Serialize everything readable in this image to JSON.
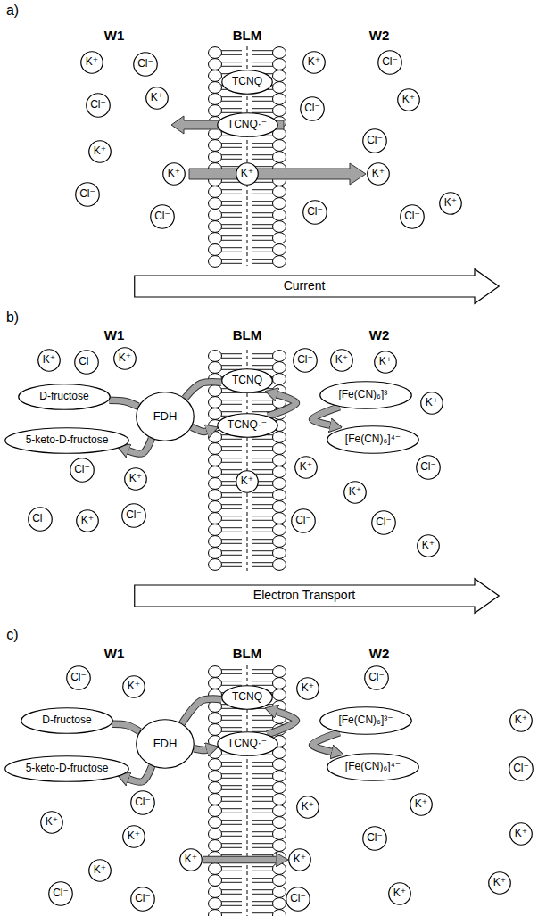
{
  "diagram": {
    "nodes": [
      {
        "text": [
          "K⁺"
        ]
      },
      {
        "text": [
          "Cl⁻"
        ]
      },
      {
        "text": [
          "TCNQ"
        ]
      },
      {
        "text": [
          "K⁺"
        ]
      },
      {
        "text": [
          "Cl⁻"
        ]
      },
      {
        "text": [
          "Cl⁻"
        ]
      },
      {
        "text": [
          "K⁺"
        ]
      },
      {
        "text": [
          "TCNQ·⁻"
        ]
      },
      {
        "text": [
          "Cl⁻"
        ]
      },
      {
        "text": [
          "K⁺"
        ]
      },
      {
        "text": [
          "K⁺"
        ]
      },
      {
        "text": [
          "Cl⁻"
        ]
      },
      {
        "text": [
          "K⁺"
        ]
      },
      {
        "text": [
          "K⁺"
        ]
      },
      {
        "text": [
          "K⁺"
        ]
      },
      {
        "text": [
          "Cl⁻"
        ]
      },
      {
        "text": [
          "Cl⁻"
        ]
      },
      {
        "text": [
          "K⁺"
        ]
      },
      {
        "text": [
          "Cl⁻"
        ]
      },
      {
        "text": [
          "Cl⁻"
        ]
      },
      {
        "text": [
          "Current"
        ]
      },
      {
        "text": [
          "K⁺"
        ]
      },
      {
        "text": [
          "Cl⁻"
        ]
      },
      {
        "text": [
          "K⁺"
        ]
      },
      {
        "text": [
          "TCNQ"
        ]
      },
      {
        "text": [
          "Cl⁻"
        ]
      },
      {
        "text": [
          "K⁺"
        ]
      },
      {
        "text": [
          "K⁺"
        ]
      },
      {
        "text": [
          "D-fructose"
        ]
      },
      {
        "text": [
          "FDH"
        ]
      },
      {
        "text": [
          "[Fe(CN)₆]³⁻"
        ]
      },
      {
        "text": [
          "K⁺"
        ]
      },
      {
        "text": [
          "TCNQ·⁻"
        ]
      },
      {
        "text": [
          "5-keto-D-fructose"
        ]
      },
      {
        "text": [
          "[Fe(CN)₆]⁴⁻"
        ]
      },
      {
        "text": [
          "Cl⁻"
        ]
      },
      {
        "text": [
          "K⁺"
        ]
      },
      {
        "text": [
          "K⁺"
        ]
      },
      {
        "text": [
          "K⁺"
        ]
      },
      {
        "text": [
          "Cl⁻"
        ]
      },
      {
        "text": [
          "Cl⁻"
        ]
      },
      {
        "text": [
          "K⁺"
        ]
      },
      {
        "text": [
          "Cl⁻"
        ]
      },
      {
        "text": [
          "Cl⁻"
        ]
      },
      {
        "text": [
          "K⁺"
        ]
      },
      {
        "text": [
          "Cl⁻"
        ]
      },
      {
        "text": [
          "K⁺"
        ]
      },
      {
        "text": [
          "Electron Transport"
        ]
      },
      {
        "text": [
          "Cl⁻"
        ]
      },
      {
        "text": [
          "K⁺"
        ]
      },
      {
        "text": [
          "TCNQ"
        ]
      },
      {
        "text": [
          "K⁺"
        ]
      },
      {
        "text": [
          "Cl⁻"
        ]
      },
      {
        "text": [
          "D-fructose"
        ]
      },
      {
        "text": [
          "FDH"
        ]
      },
      {
        "text": [
          "[Fe(CN)₆]³⁻"
        ]
      },
      {
        "text": [
          "K⁺"
        ]
      },
      {
        "text": [
          "TCNQ·⁻"
        ]
      },
      {
        "text": [
          "5-keto-D-fructose"
        ]
      },
      {
        "text": [
          "[Fe(CN)₆]⁴⁻"
        ]
      },
      {
        "text": [
          "Cl⁻"
        ]
      },
      {
        "text": [
          "Cl⁻"
        ]
      },
      {
        "text": [
          "K⁺"
        ]
      },
      {
        "text": [
          "K⁺"
        ]
      },
      {
        "text": [
          "K⁺"
        ]
      },
      {
        "text": [
          "K⁺"
        ]
      },
      {
        "text": [
          "K⁺"
        ]
      },
      {
        "text": [
          "Cl⁻"
        ]
      },
      {
        "text": [
          "K⁺"
        ]
      },
      {
        "text": [
          "K⁺"
        ]
      },
      {
        "text": [
          "K⁺"
        ]
      },
      {
        "text": [
          "Cl⁻"
        ]
      },
      {
        "text": [
          "Cl⁻"
        ]
      },
      {
        "text": [
          "Cl⁻"
        ]
      },
      {
        "text": [
          "K⁺"
        ]
      },
      {
        "text": [
          "K⁺"
        ]
      }
    ],
    "edges": [
      {
        "from": 28,
        "to": 29,
        "arrow": "none"
      },
      {
        "from": 29,
        "to": 33,
        "arrow": "to"
      },
      {
        "from": 24,
        "to": 29,
        "arrow": "none"
      },
      {
        "from": 29,
        "to": 32,
        "arrow": "to"
      },
      {
        "from": 32,
        "to": 24,
        "arrow": "to"
      },
      {
        "from": 30,
        "to": 34,
        "arrow": "to"
      },
      {
        "from": 53,
        "to": 54,
        "arrow": "none"
      },
      {
        "from": 54,
        "to": 58,
        "arrow": "to"
      },
      {
        "from": 50,
        "to": 54,
        "arrow": "none"
      },
      {
        "from": 54,
        "to": 57,
        "arrow": "to"
      },
      {
        "from": 57,
        "to": 50,
        "arrow": "to"
      },
      {
        "from": 55,
        "to": 59,
        "arrow": "to"
      },
      {
        "from": 64,
        "to": 69,
        "arrow": "to"
      }
    ],
    "labels": [
      "a)",
      "W1",
      "BLM",
      "W2",
      "b)",
      "W1",
      "BLM",
      "W2",
      "c)",
      "W1",
      "BLM",
      "W2"
    ]
  }
}
